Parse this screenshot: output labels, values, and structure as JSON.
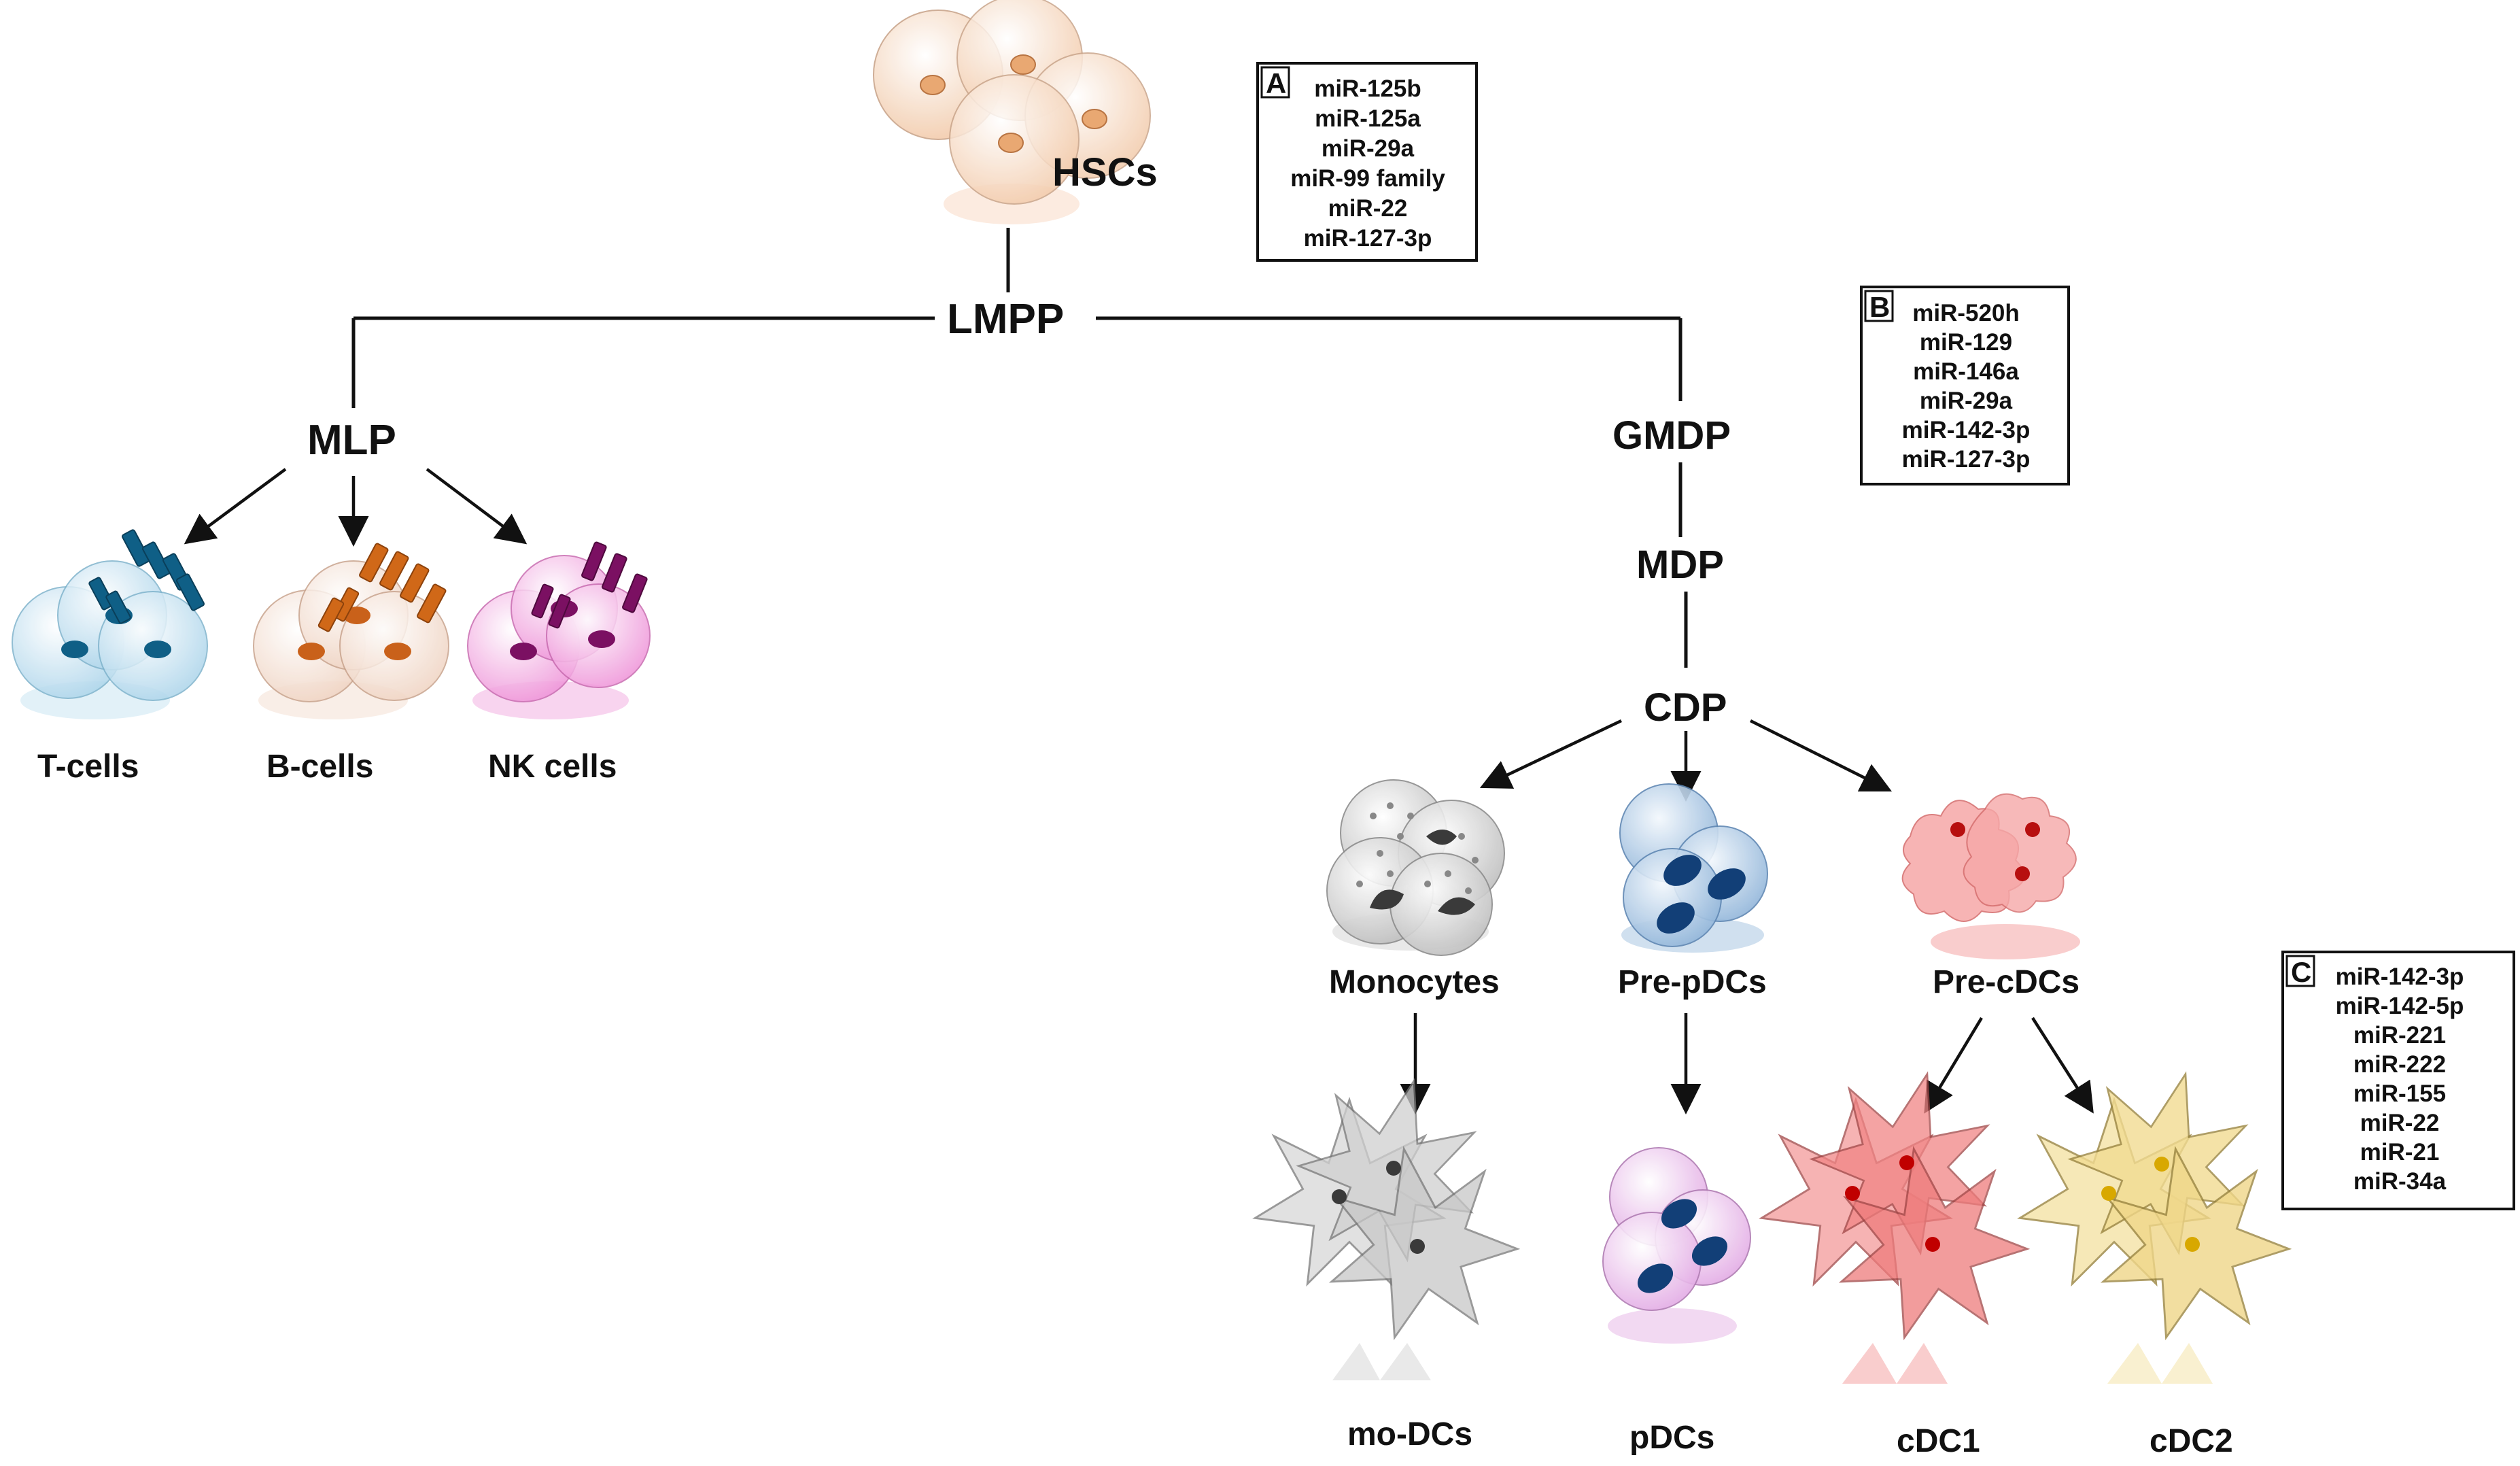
{
  "nodes": {
    "hscs": "HSCs",
    "lmpp": "LMPP",
    "mlp": "MLP",
    "gmdp": "GMDP",
    "mdp": "MDP",
    "cdp": "CDP"
  },
  "cells": {
    "t_cells": "T-cells",
    "b_cells": "B-cells",
    "nk_cells": "NK cells",
    "monocytes": "Monocytes",
    "pre_pdcs": "Pre-pDCs",
    "pre_cdcs": "Pre-cDCs",
    "mo_dcs": "mo-DCs",
    "pdcs": "pDCs",
    "cdc1": "cDC1",
    "cdc2": "cDC2"
  },
  "boxes": {
    "a": {
      "letter": "A",
      "items": [
        "miR-125b",
        "miR-125a",
        "miR-29a",
        "miR-99 family",
        "miR-22",
        "miR-127-3p"
      ]
    },
    "b": {
      "letter": "B",
      "items": [
        "miR-520h",
        "miR-129",
        "miR-146a",
        "miR-29a",
        "miR-142-3p",
        "miR-127-3p"
      ]
    },
    "c": {
      "letter": "C",
      "items": [
        "miR-142-3p",
        "miR-142-5p",
        "miR-221",
        "miR-222",
        "miR-155",
        "miR-22",
        "miR-21",
        "miR-34a"
      ]
    }
  },
  "colors": {
    "hsc": "#f2c9a8",
    "t_cell": "#bfe0ef",
    "t_nucleus": "#0f5f86",
    "b_cell": "#f4ddcf",
    "b_nucleus": "#c9611a",
    "nk_cell": "#f1a9df",
    "nk_nucleus": "#7b1062",
    "monocyte": "#d7d7d7",
    "pre_pdc": "#a9c6e2",
    "pre_pdc_nucleus": "#123f77",
    "pre_cdc": "#f39c9c",
    "mo_dc": "#cfcfcf",
    "pdc": "#e9c0ea",
    "cdc1": "#f28a8a",
    "cdc2": "#f3e0a0"
  }
}
